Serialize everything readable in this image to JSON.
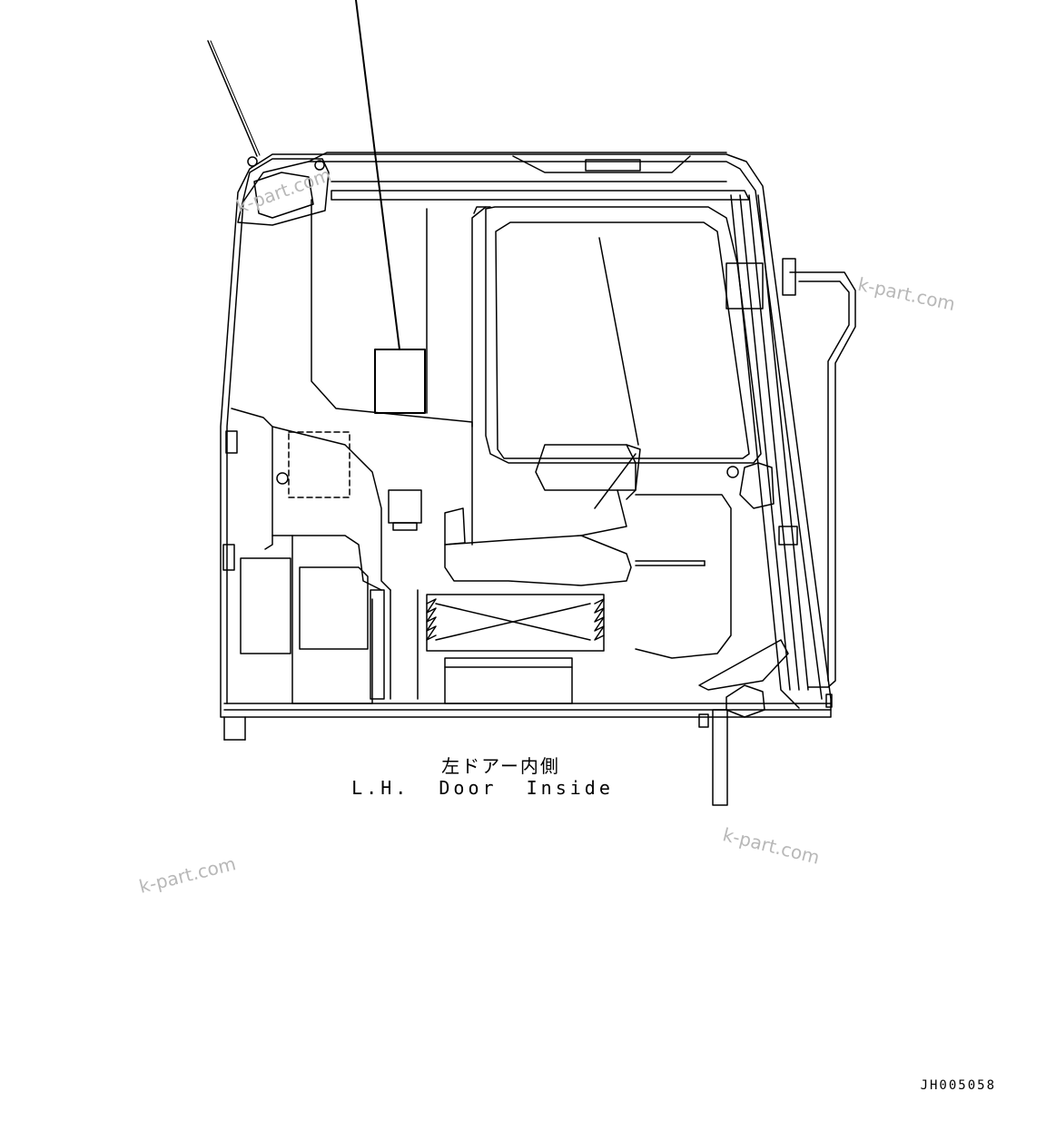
{
  "figure": {
    "caption_jp": "左ドアー内側",
    "caption_en": "L.H.  Door  Inside",
    "drawing_number": "JH005058"
  },
  "watermarks": {
    "top_left": "k-part.com",
    "top_right": "k-part.com",
    "bottom_left": "k-part.com",
    "bottom_right": "k-part.com"
  },
  "colors": {
    "line": "#000000",
    "watermark": "#b8b8b8",
    "background": "#ffffff"
  }
}
